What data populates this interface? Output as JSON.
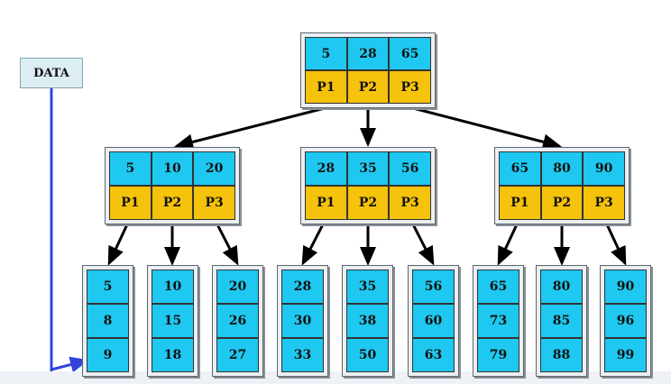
{
  "data_label": "DATA",
  "root": {
    "keys": [
      "5",
      "28",
      "65"
    ],
    "pointers": [
      "P1",
      "P2",
      "P3"
    ]
  },
  "internal": [
    {
      "keys": [
        "5",
        "10",
        "20"
      ],
      "pointers": [
        "P1",
        "P2",
        "P3"
      ]
    },
    {
      "keys": [
        "28",
        "35",
        "56"
      ],
      "pointers": [
        "P1",
        "P2",
        "P3"
      ]
    },
    {
      "keys": [
        "65",
        "80",
        "90"
      ],
      "pointers": [
        "P1",
        "P2",
        "P3"
      ]
    }
  ],
  "leaves": [
    {
      "values": [
        "5",
        "8",
        "9"
      ]
    },
    {
      "values": [
        "10",
        "15",
        "18"
      ]
    },
    {
      "values": [
        "20",
        "26",
        "27"
      ]
    },
    {
      "values": [
        "28",
        "30",
        "33"
      ]
    },
    {
      "values": [
        "35",
        "38",
        "50"
      ]
    },
    {
      "values": [
        "56",
        "60",
        "63"
      ]
    },
    {
      "values": [
        "65",
        "73",
        "79"
      ]
    },
    {
      "values": [
        "80",
        "85",
        "88"
      ]
    },
    {
      "values": [
        "90",
        "96",
        "99"
      ]
    }
  ],
  "colors": {
    "key_cell": "#1ec8f0",
    "pointer_cell": "#f5c20c",
    "tree_arrow": "#000000",
    "data_arrow": "#3344dd"
  }
}
